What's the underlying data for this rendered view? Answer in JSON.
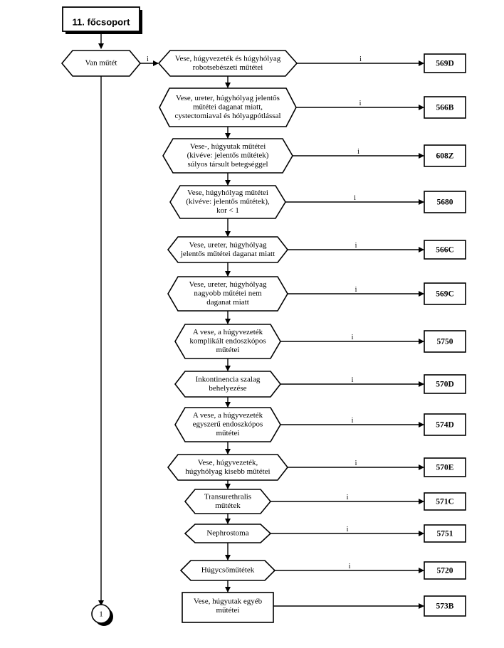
{
  "header": {
    "title": "11. főcsoport"
  },
  "start_decision": {
    "label": "Van műtét",
    "branch_label": "i"
  },
  "connector": {
    "label": "1"
  },
  "decisions": [
    {
      "lines": [
        "Vese, húgyvezeték és húgyhólyag",
        "robotsebészeti műtétei"
      ],
      "branch_label": "i",
      "code": "569D"
    },
    {
      "lines": [
        "Vese, ureter, húgyhólyag jelentős",
        "műtétei daganat miatt,",
        "cystectomiaval és hólyagpótlással"
      ],
      "branch_label": "i",
      "code": "566B"
    },
    {
      "lines": [
        "Vese-, húgyutak műtétei",
        "(kivéve: jelentős műtétek)",
        "súlyos társult betegséggel"
      ],
      "branch_label": "i",
      "code": "608Z"
    },
    {
      "lines": [
        "Vese,  húgyhólyag műtétei",
        "(kivéve: jelentős műtétek),",
        "kor < 1"
      ],
      "branch_label": "i",
      "code": "5680"
    },
    {
      "lines": [
        "Vese, ureter, húgyhólyag",
        "jelentős műtétei daganat miatt"
      ],
      "branch_label": "i",
      "code": "566C"
    },
    {
      "lines": [
        "Vese, ureter, húgyhólyag",
        "nagyobb műtétei nem",
        "daganat miatt"
      ],
      "branch_label": "i",
      "code": "569C"
    },
    {
      "lines": [
        "A vese, a húgyvezeték",
        "komplikált endoszkópos",
        "műtétei"
      ],
      "branch_label": "i",
      "code": "5750"
    },
    {
      "lines": [
        "Inkontinencia szalag",
        "behelyezése"
      ],
      "branch_label": "i",
      "code": "570D"
    },
    {
      "lines": [
        "A vese, a húgyvezeték",
        "egyszerű endoszkópos",
        "műtétei"
      ],
      "branch_label": "i",
      "code": "574D"
    },
    {
      "lines": [
        "Vese, húgyvezeték,",
        "húgyhólyag kisebb műtétei"
      ],
      "branch_label": "i",
      "code": "570E"
    },
    {
      "lines": [
        "Transurethralis",
        "műtétek"
      ],
      "branch_label": "i",
      "code": "571C"
    },
    {
      "lines": [
        "Nephrostoma"
      ],
      "branch_label": "i",
      "code": "5751"
    },
    {
      "lines": [
        "Húgycsőműtétek"
      ],
      "branch_label": "i",
      "code": "5720"
    }
  ],
  "final_process": {
    "lines": [
      "Vese, húgyutak egyéb",
      "műtétei"
    ],
    "code": "573B"
  }
}
